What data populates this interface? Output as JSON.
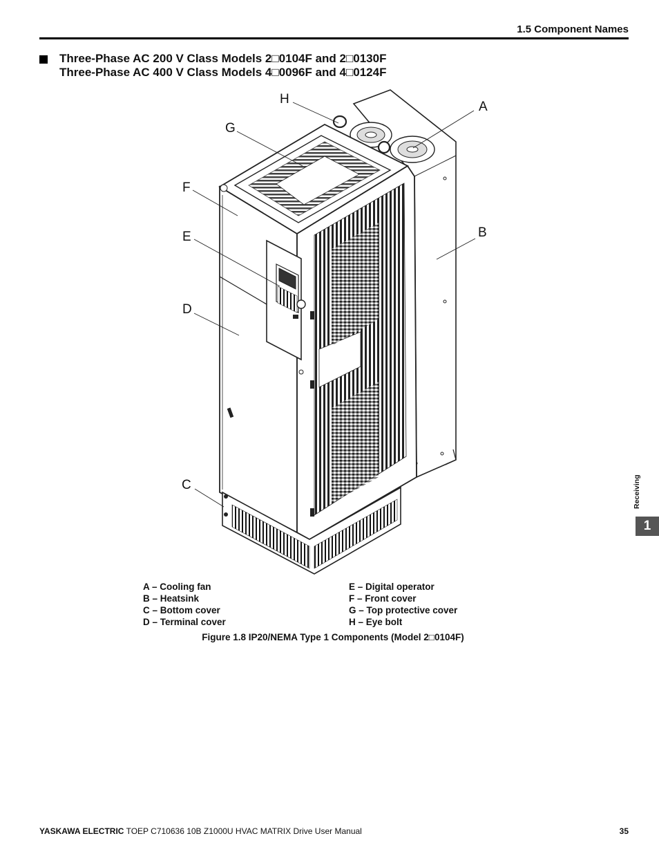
{
  "header": {
    "title": "1.5 Component Names"
  },
  "section": {
    "line1": "Three-Phase AC 200 V Class Models 2□0104F and 2□0130F",
    "line2": "Three-Phase AC 400 V Class Models 4□0096F and 4□0124F"
  },
  "figure": {
    "callouts": {
      "a": "A",
      "b": "B",
      "c": "C",
      "d": "D",
      "e": "E",
      "f": "F",
      "g": "G",
      "h": "H"
    },
    "legend": {
      "left": [
        "A – Cooling fan",
        "B – Heatsink",
        "C – Bottom cover",
        "D – Terminal cover"
      ],
      "right": [
        "E – Digital operator",
        "F – Front cover",
        "G – Top protective cover",
        "H – Eye bolt"
      ]
    },
    "caption": "Figure 1.8  IP20/NEMA Type 1 Components (Model 2□0104F)"
  },
  "side_tab": {
    "label": "Receiving",
    "number": "1"
  },
  "footer": {
    "brand": "YASKAWA ELECTRIC",
    "doc": " TOEP C710636 10B Z1000U HVAC MATRIX Drive User Manual",
    "page": "35"
  }
}
